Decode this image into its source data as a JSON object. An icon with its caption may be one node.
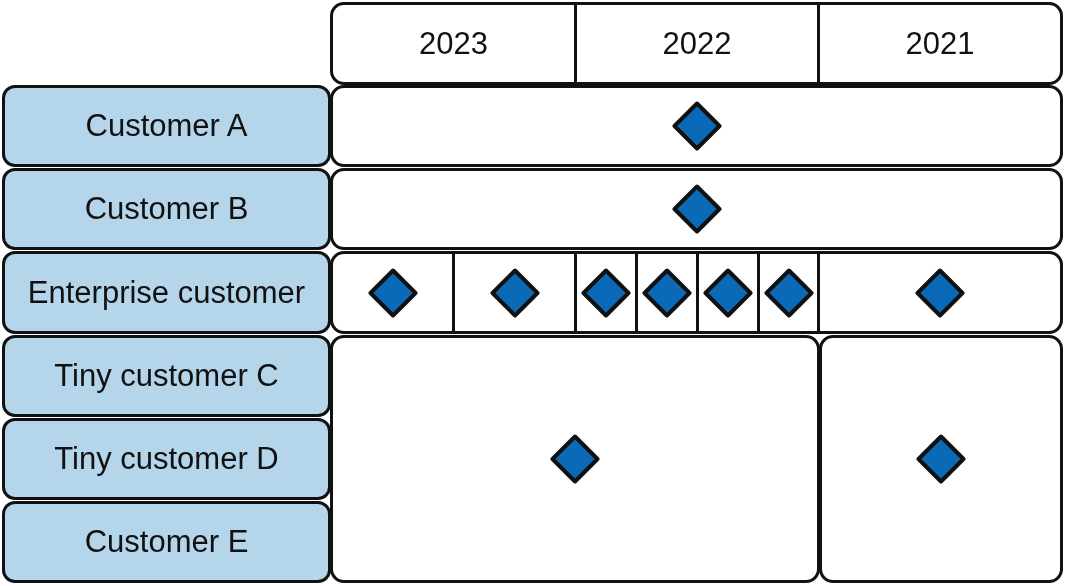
{
  "diagram": {
    "nodes": [
      {
        "text": [
          "2023"
        ]
      },
      {
        "text": [
          "2022"
        ]
      },
      {
        "text": [
          "2021"
        ]
      },
      {
        "text": [
          "Customer A"
        ]
      },
      {
        "text": [],
        "shape": "box"
      },
      {
        "text": [],
        "shape": "diamond",
        "in": 4
      },
      {
        "text": [
          "Customer B"
        ]
      },
      {
        "text": [],
        "shape": "box"
      },
      {
        "text": [],
        "shape": "diamond",
        "in": 7
      },
      {
        "text": [
          "Enterprise customer"
        ]
      },
      {
        "text": [],
        "shape": "box"
      },
      {
        "text": [],
        "shape": "diamond",
        "in": 10
      },
      {
        "text": [],
        "shape": "box"
      },
      {
        "text": [],
        "shape": "diamond",
        "in": 12
      },
      {
        "text": [],
        "shape": "box"
      },
      {
        "text": [],
        "shape": "diamond",
        "in": 14
      },
      {
        "text": [],
        "shape": "box"
      },
      {
        "text": [],
        "shape": "diamond",
        "in": 16
      },
      {
        "text": [],
        "shape": "box"
      },
      {
        "text": [],
        "shape": "diamond",
        "in": 18
      },
      {
        "text": [],
        "shape": "box"
      },
      {
        "text": [],
        "shape": "diamond",
        "in": 20
      },
      {
        "text": [],
        "shape": "box"
      },
      {
        "text": [],
        "shape": "diamond",
        "in": 22
      },
      {
        "text": [
          "Tiny customer C"
        ]
      },
      {
        "text": [],
        "shape": "box"
      },
      {
        "text": [],
        "shape": "diamond",
        "in": 25
      },
      {
        "text": [],
        "shape": "box"
      },
      {
        "text": [],
        "shape": "diamond",
        "in": 27
      },
      {
        "text": [
          "Tiny customer D"
        ]
      },
      {
        "text": [
          "Customer E"
        ]
      }
    ]
  }
}
